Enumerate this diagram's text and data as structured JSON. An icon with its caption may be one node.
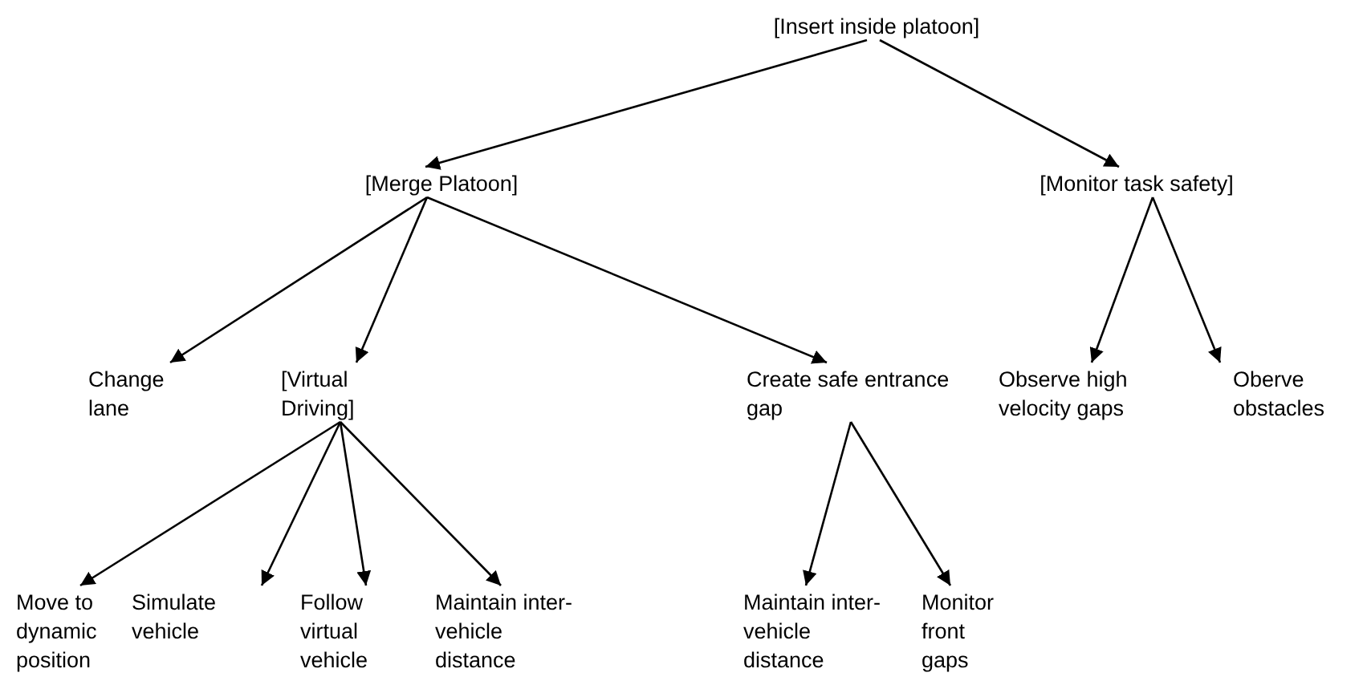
{
  "diagram": {
    "nodes": [
      {
        "text": [
          "[Insert inside platoon]"
        ]
      },
      {
        "text": [
          "[Merge Platoon]"
        ]
      },
      {
        "text": [
          "[Monitor task safety]"
        ]
      },
      {
        "text": [
          "Change lane"
        ]
      },
      {
        "text": [
          "[Virtual Driving]"
        ]
      },
      {
        "text": [
          "Create safe entrance gap"
        ]
      },
      {
        "text": [
          "Observe high velocity gaps"
        ]
      },
      {
        "text": [
          "Oberve obstacles"
        ]
      },
      {
        "text": [
          "Move to dynamic position"
        ]
      },
      {
        "text": [
          "Simulate vehicle"
        ]
      },
      {
        "text": [
          "Follow virtual vehicle"
        ]
      },
      {
        "text": [
          "Maintain inter-vehicle distance"
        ]
      },
      {
        "text": [
          "Maintain inter-vehicle distance"
        ]
      },
      {
        "text": [
          "Monitor front gaps"
        ]
      }
    ],
    "edges": [
      {
        "from": 0,
        "to": 1,
        "arrow": "to"
      },
      {
        "from": 0,
        "to": 2,
        "arrow": "to"
      },
      {
        "from": 1,
        "to": 3,
        "arrow": "to"
      },
      {
        "from": 1,
        "to": 4,
        "arrow": "to"
      },
      {
        "from": 1,
        "to": 5,
        "arrow": "to"
      },
      {
        "from": 2,
        "to": 6,
        "arrow": "to"
      },
      {
        "from": 2,
        "to": 7,
        "arrow": "to"
      },
      {
        "from": 4,
        "to": 8,
        "arrow": "to"
      },
      {
        "from": 4,
        "to": 9,
        "arrow": "to"
      },
      {
        "from": 4,
        "to": 10,
        "arrow": "to"
      },
      {
        "from": 4,
        "to": 11,
        "arrow": "to"
      },
      {
        "from": 5,
        "to": 12,
        "arrow": "to"
      },
      {
        "from": 5,
        "to": 13,
        "arrow": "to"
      }
    ]
  }
}
